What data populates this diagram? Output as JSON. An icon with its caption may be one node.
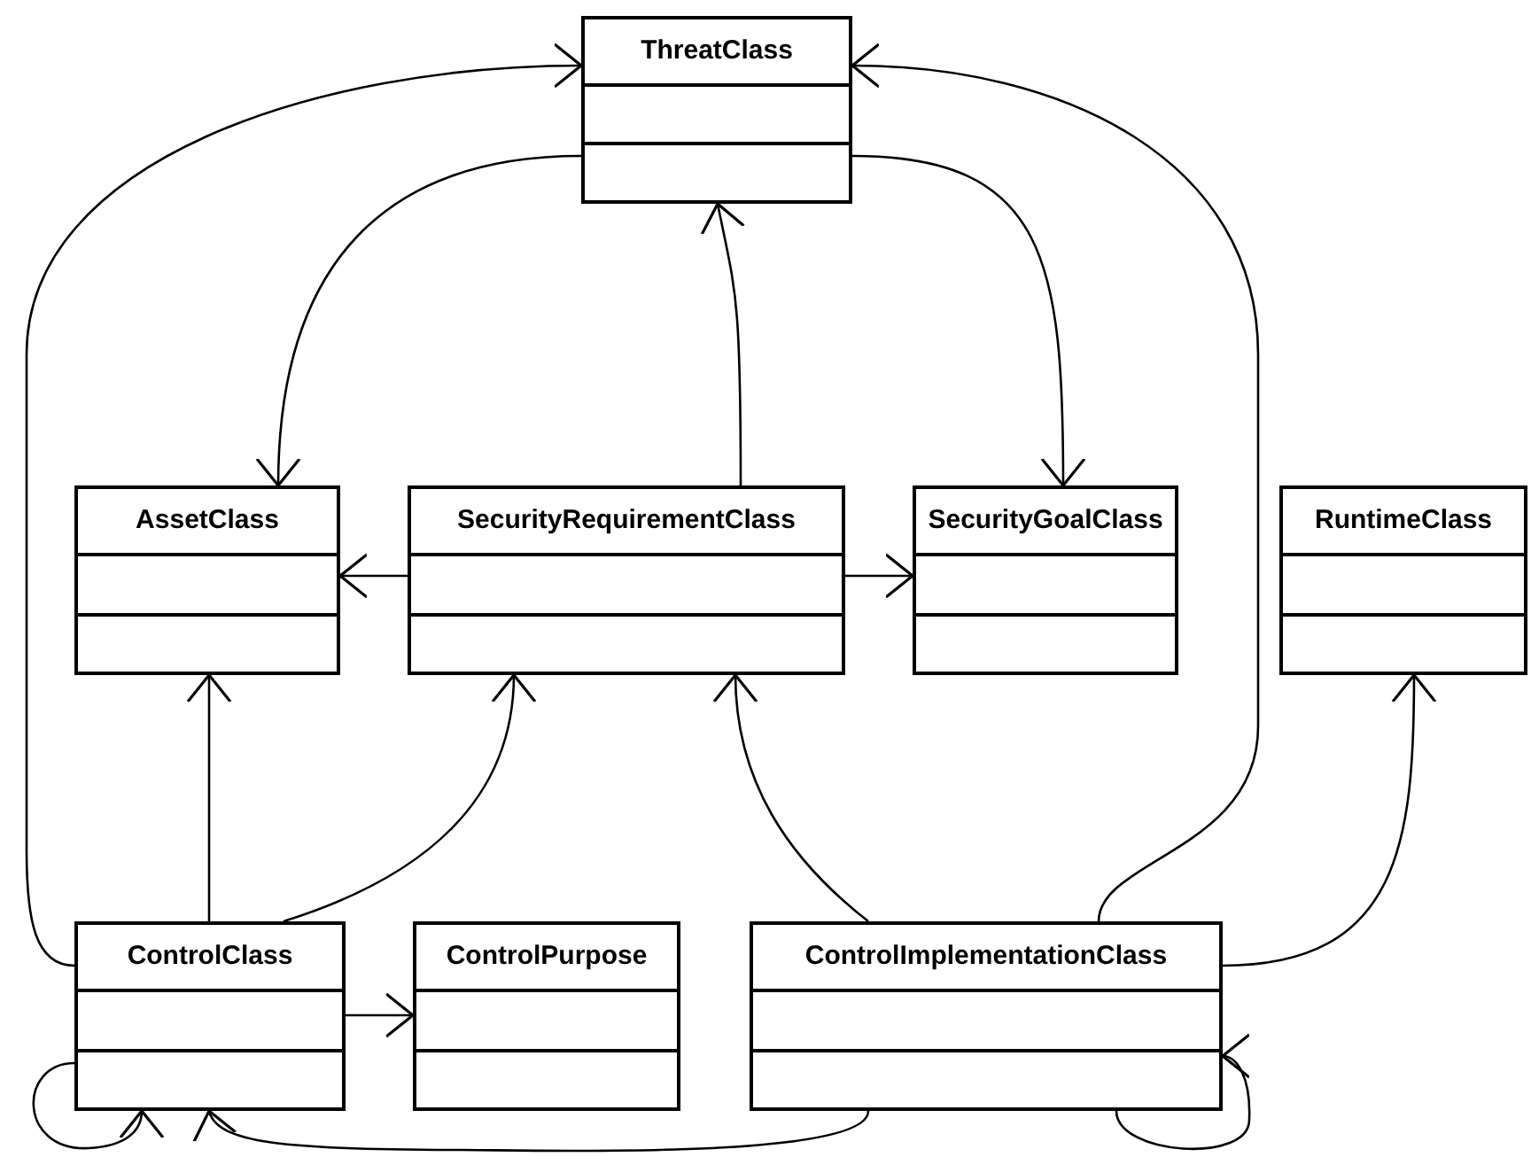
{
  "diagram": {
    "nodes": [
      {
        "text": [
          "ThreatClass"
        ]
      },
      {
        "text": [
          "AssetClass"
        ]
      },
      {
        "text": [
          "SecurityRequirementClass"
        ]
      },
      {
        "text": [
          "SecurityGoalClass"
        ]
      },
      {
        "text": [
          "RuntimeClass"
        ]
      },
      {
        "text": [
          "ControlClass"
        ]
      },
      {
        "text": [
          "ControlPurpose"
        ]
      },
      {
        "text": [
          "ControlImplementationClass"
        ]
      }
    ],
    "edges": [
      {
        "from": 0,
        "to": 1,
        "arrow": "to"
      },
      {
        "from": 0,
        "to": 3,
        "arrow": "to"
      },
      {
        "from": 2,
        "to": 0,
        "arrow": "to"
      },
      {
        "from": 2,
        "to": 1,
        "arrow": "to"
      },
      {
        "from": 2,
        "to": 3,
        "arrow": "to"
      },
      {
        "from": 5,
        "to": 0,
        "arrow": "to"
      },
      {
        "from": 7,
        "to": 0,
        "arrow": "to"
      },
      {
        "from": 5,
        "to": 1,
        "arrow": "to"
      },
      {
        "from": 5,
        "to": 2,
        "arrow": "to"
      },
      {
        "from": 7,
        "to": 2,
        "arrow": "to"
      },
      {
        "from": 7,
        "to": 4,
        "arrow": "to"
      },
      {
        "from": 5,
        "to": 6,
        "arrow": "to"
      },
      {
        "from": 5,
        "to": 5,
        "arrow": "to"
      },
      {
        "from": 7,
        "to": 5,
        "arrow": "to"
      },
      {
        "from": 7,
        "to": 7,
        "arrow": "to"
      }
    ]
  }
}
